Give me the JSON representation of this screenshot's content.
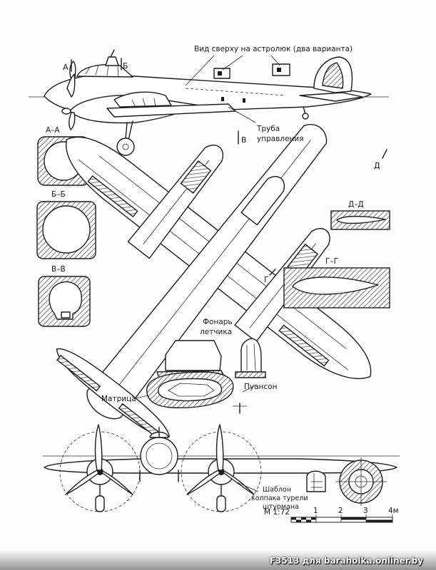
{
  "labels": {
    "top_view_hatch": "Вид сверху на астролюк (два варианта)",
    "section_a_marker": "А",
    "section_b_marker": "Б",
    "section_v_marker": "В",
    "section_g_marker": "Г",
    "section_d_marker": "Д",
    "section_aa": "А–А",
    "section_bb": "Б–Б",
    "section_vv": "В–В",
    "section_dd": "Д–Д",
    "section_gg": "Г–Г",
    "control_tube_line1": "Труба",
    "control_tube_line2": "управления",
    "canopy_line1": "Фонарь",
    "canopy_line2": "летчика",
    "punch": "Пуансон",
    "die": "Матрица",
    "template_line1": "Шаблон",
    "template_line2": "колпака турели",
    "template_line3": "штурмана"
  },
  "scale": {
    "prefix": "М 1:72",
    "ticks": [
      "1",
      "2",
      "3",
      "4м"
    ]
  },
  "watermark": "F3513 для baraholka.onliner.by"
}
